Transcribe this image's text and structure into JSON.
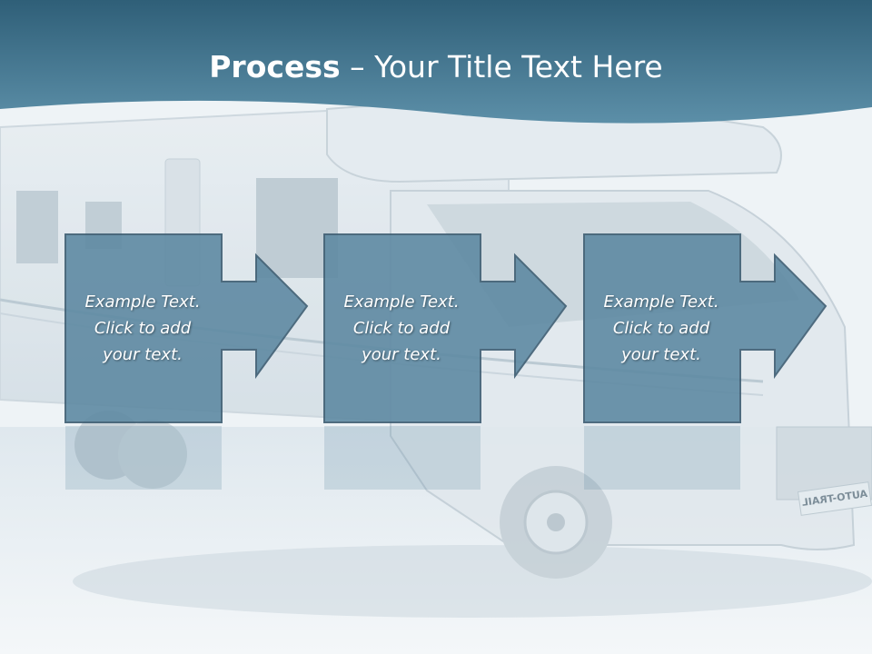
{
  "slide": {
    "title_bold": "Process",
    "title_rest": " – Your Title Text Here",
    "steps": [
      {
        "line1": "Example Text.",
        "line2": "Click  to add",
        "line3": "your text."
      },
      {
        "line1": "Example Text.",
        "line2": "Click  to add",
        "line3": "your text."
      },
      {
        "line1": "Example Text.",
        "line2": "Click  to add",
        "line3": "your text."
      }
    ],
    "plate_text": "AUTO-TRAIL",
    "colors": {
      "header": "#3f7590",
      "box_fill": "#5f8aa3",
      "box_border": "#3e5e73",
      "text": "#ffffff"
    }
  }
}
